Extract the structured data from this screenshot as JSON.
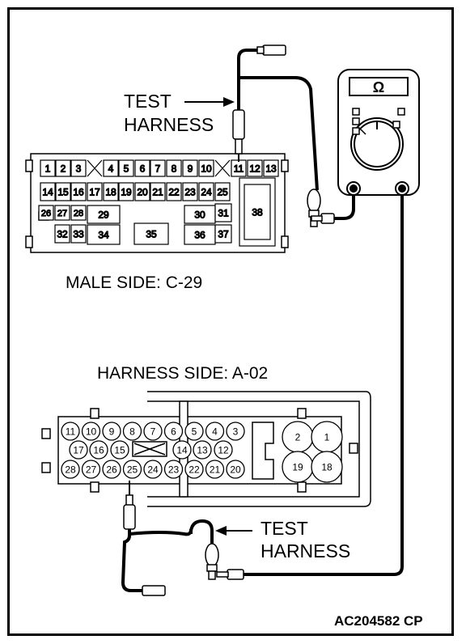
{
  "labels": {
    "test_harness_top": [
      "TEST",
      "HARNESS"
    ],
    "test_harness_bottom": [
      "TEST",
      "HARNESS"
    ],
    "male_side": "MALE SIDE: C-29",
    "harness_side": "HARNESS SIDE: A-02",
    "figure_code": "AC204582 CP",
    "meter_symbol": "Ω"
  },
  "connector_c29": {
    "row1": [
      "1",
      "2",
      "3",
      "4",
      "5",
      "6",
      "7",
      "8",
      "9",
      "10",
      "11",
      "12",
      "13"
    ],
    "row2": [
      "14",
      "15",
      "16",
      "17",
      "18",
      "19",
      "20",
      "21",
      "22",
      "23",
      "24",
      "25"
    ],
    "row3": [
      "26",
      "27",
      "28",
      "29",
      "30",
      "31"
    ],
    "row4": [
      "32",
      "33",
      "34",
      "35",
      "36",
      "37"
    ],
    "big": "38"
  },
  "connector_a02": {
    "row1": [
      "11",
      "10",
      "9",
      "8",
      "7",
      "6",
      "5",
      "4",
      "3"
    ],
    "row2": [
      "17",
      "16",
      "15",
      "14",
      "13",
      "12"
    ],
    "row3": [
      "28",
      "27",
      "26",
      "25",
      "24",
      "23",
      "22",
      "21",
      "20"
    ],
    "big": [
      "2",
      "1",
      "19",
      "18"
    ]
  }
}
